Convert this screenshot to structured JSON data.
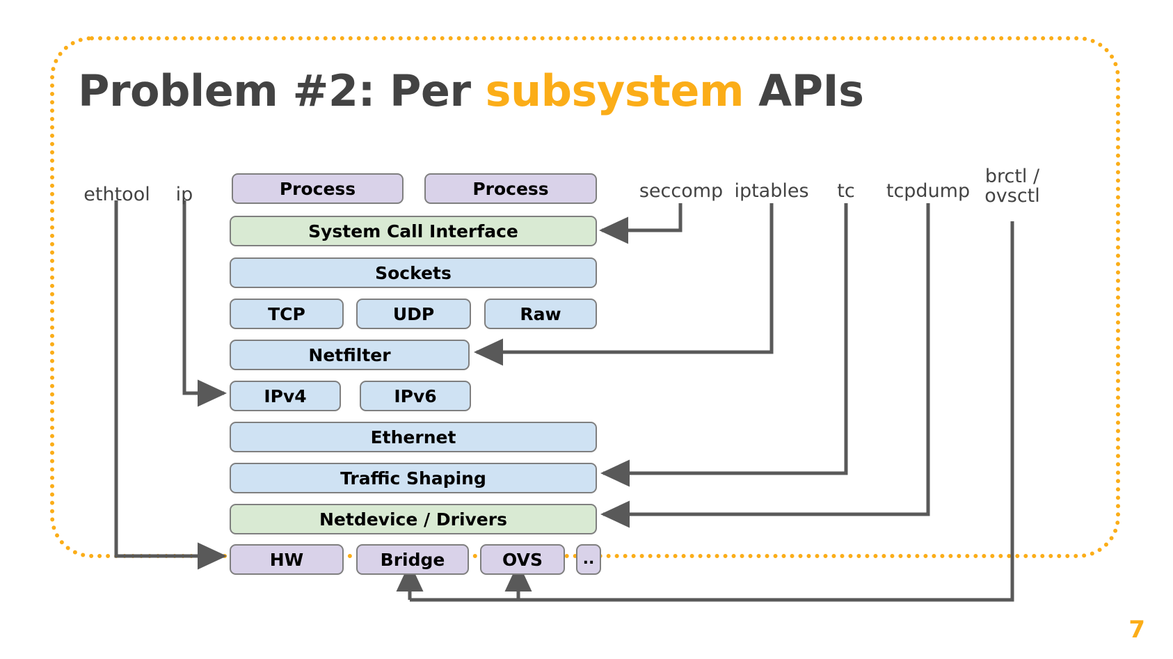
{
  "slide": {
    "title_prefix": "Problem #2: Per ",
    "title_highlight": "subsystem",
    "title_suffix": " APIs",
    "page_number": "7",
    "accent_color": "#FBAD18",
    "title_color": "#434343"
  },
  "colors": {
    "purple": "#d9d2e9",
    "green": "#d9ead3",
    "blue": "#cfe2f3",
    "border": "#7f7f7f",
    "arrow": "#595959"
  },
  "tools": [
    {
      "name": "ethtool",
      "label": "ethtool"
    },
    {
      "name": "ip",
      "label": "ip"
    },
    {
      "name": "seccomp",
      "label": "seccomp"
    },
    {
      "name": "iptables",
      "label": "iptables"
    },
    {
      "name": "tc",
      "label": "tc"
    },
    {
      "name": "tcpdump",
      "label": "tcpdump"
    },
    {
      "name": "brctl-ovsctl-line1",
      "label": "brctl /"
    },
    {
      "name": "brctl-ovsctl-line2",
      "label": "ovsctl"
    }
  ],
  "stack": {
    "process_1": "Process",
    "process_2": "Process",
    "system_call_interface": "System Call Interface",
    "sockets": "Sockets",
    "tcp": "TCP",
    "udp": "UDP",
    "raw": "Raw",
    "netfilter": "Netfilter",
    "ipv4": "IPv4",
    "ipv6": "IPv6",
    "ethernet": "Ethernet",
    "traffic_shaping": "Traffic Shaping",
    "netdevice_drivers": "Netdevice / Drivers",
    "hw": "HW",
    "bridge": "Bridge",
    "ovs": "OVS",
    "more": ".."
  }
}
